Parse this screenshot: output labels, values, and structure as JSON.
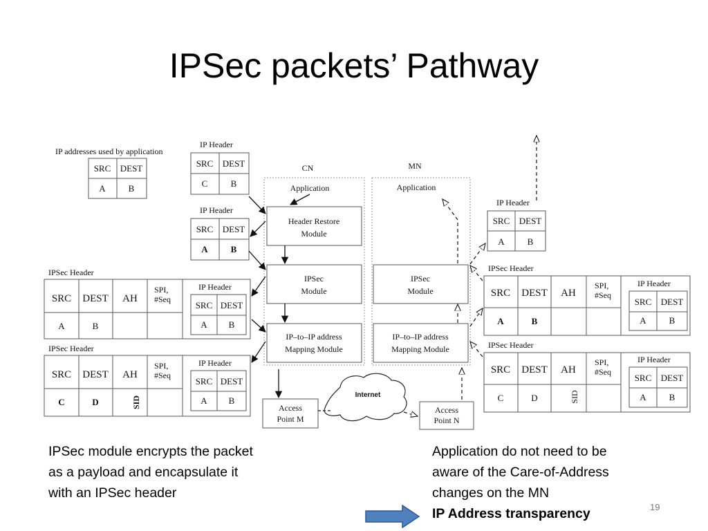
{
  "title": "IPSec packets’ Pathway",
  "diagram": {
    "app_label": "IP addresses used   by application",
    "ip_header": "IP Header",
    "ipsec_header": "IPSec Header",
    "src": "SRC",
    "dest": "DEST",
    "ah": "AH",
    "spi_line1": "SPI,",
    "spi_line2": "#Seq",
    "sid": "SID",
    "addr_a": "A",
    "addr_b": "B",
    "addr_c": "C",
    "addr_d": "D",
    "cn_label": "CN",
    "mn_label": "MN",
    "application": "Application",
    "header_restore_1": "Header Restore",
    "header_restore_2": "Module",
    "ipsec_1": "IPSec",
    "ipsec_2": "Module",
    "mapping_1": "IP–to–IP address",
    "mapping_2": "Mapping Module",
    "internet": "Internet",
    "access_m_1": "Access",
    "access_m_2": "Point M",
    "access_n_1": "Access",
    "access_n_2": "Point N"
  },
  "caption_left": [
    "IPSec module encrypts the packet",
    "as a payload and encapsulate it",
    "with an IPSec header"
  ],
  "caption_right": [
    "Application do not need to be",
    "aware of the Care-of-Address",
    "changes on the MN"
  ],
  "caption_right_bold": "IP Address transparency",
  "page_number": "19",
  "colors": {
    "arrow_fill": "#4f81bd",
    "arrow_stroke": "#2f5597"
  }
}
